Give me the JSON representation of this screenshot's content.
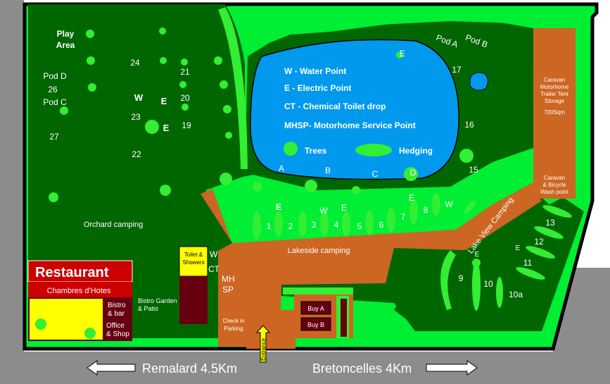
{
  "colors": {
    "road": "#8c8c8c",
    "grass_dark": "#006600",
    "grass_light": "#00ee33",
    "hedge": "#33ee33",
    "lake": "#0099ee",
    "path": "#cc6622",
    "restaurant": "#cc0000",
    "building_dark": "#660011",
    "highlight_yellow": "#ffff00",
    "border": "#000000"
  },
  "labels": {
    "play_area_line1": "Play",
    "play_area_line2": "Area",
    "pod_d": "Pod D",
    "pod_c": "Pod C",
    "pod_a": "Pod A",
    "pod_b": "Pod B",
    "orchard_camping": "Orchard camping",
    "lakeside_camping": "Lakeside camping",
    "lake_view_camping": "Lake View Camping",
    "storage_line1": "Caravan",
    "storage_line2": "Motorhome",
    "storage_line3": "Trailer Tent",
    "storage_line4": "Storage",
    "storage_line5": "700Sqm",
    "wash_line1": "Caravan",
    "wash_line2": "& Bicycle",
    "wash_line3": "Wash point",
    "restaurant": "Restaurant",
    "chambres": "Chambres d'Hotes",
    "bistro_bar_line1": "Bistro",
    "bistro_bar_line2": "& bar",
    "office_shop_line1": "Office",
    "office_shop_line2": "& Shop",
    "bistro_garden_line1": "Bistro Garden",
    "bistro_garden_line2": "& Patio",
    "toilet_line1": "Toilet &",
    "toilet_line2": "Showers",
    "check_in_line1": "Check in",
    "check_in_line2": "Parking",
    "entrance": "Entrance",
    "buy_a": "Buy A",
    "buy_b": "Buy B",
    "road_left": "Remalard 4.5Km",
    "road_right": "Bretoncelles 4Km",
    "sym_w": "W",
    "sym_e": "E",
    "sym_ct": "CT",
    "sym_mh": "MH",
    "sym_sp": "SP",
    "lake_a": "A",
    "lake_b": "B",
    "lake_c": "C",
    "lake_d": "D"
  },
  "legend": {
    "w": "W - Water Point",
    "e": "E - Electric Point",
    "ct": "CT - Chemical Toilet drop",
    "mhsp": "MHSP- Motorhome Service Point",
    "trees": "Trees",
    "hedging": "Hedging"
  },
  "pitches": {
    "p1": "1",
    "p2": "2",
    "p3": "3",
    "p4": "4",
    "p5": "5",
    "p6": "6",
    "p7": "7",
    "p8": "8",
    "p9": "9",
    "p10": "10",
    "p10a": "10a",
    "p11": "11",
    "p12": "12",
    "p13": "13",
    "p15": "15",
    "p16": "16",
    "p17": "17",
    "p19": "19",
    "p20": "20",
    "p21": "21",
    "p22": "22",
    "p23": "23",
    "p24": "24",
    "p26": "26",
    "p27": "27"
  }
}
